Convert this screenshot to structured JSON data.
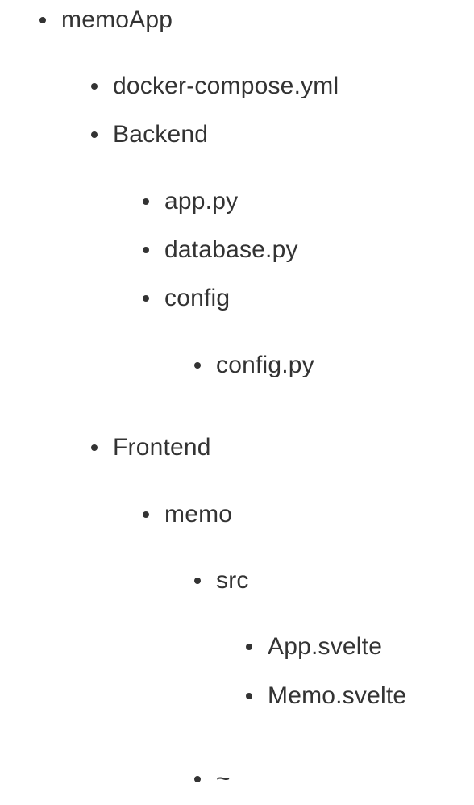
{
  "tree": {
    "root": "memoApp",
    "docker_compose": "docker-compose.yml",
    "backend": "Backend",
    "app_py": "app.py",
    "database_py": "database.py",
    "config": "config",
    "config_py": "config.py",
    "frontend": "Frontend",
    "memo": "memo",
    "src": "src",
    "app_svelte": "App.svelte",
    "memo_svelte": "Memo.svelte",
    "tilde": "~"
  }
}
